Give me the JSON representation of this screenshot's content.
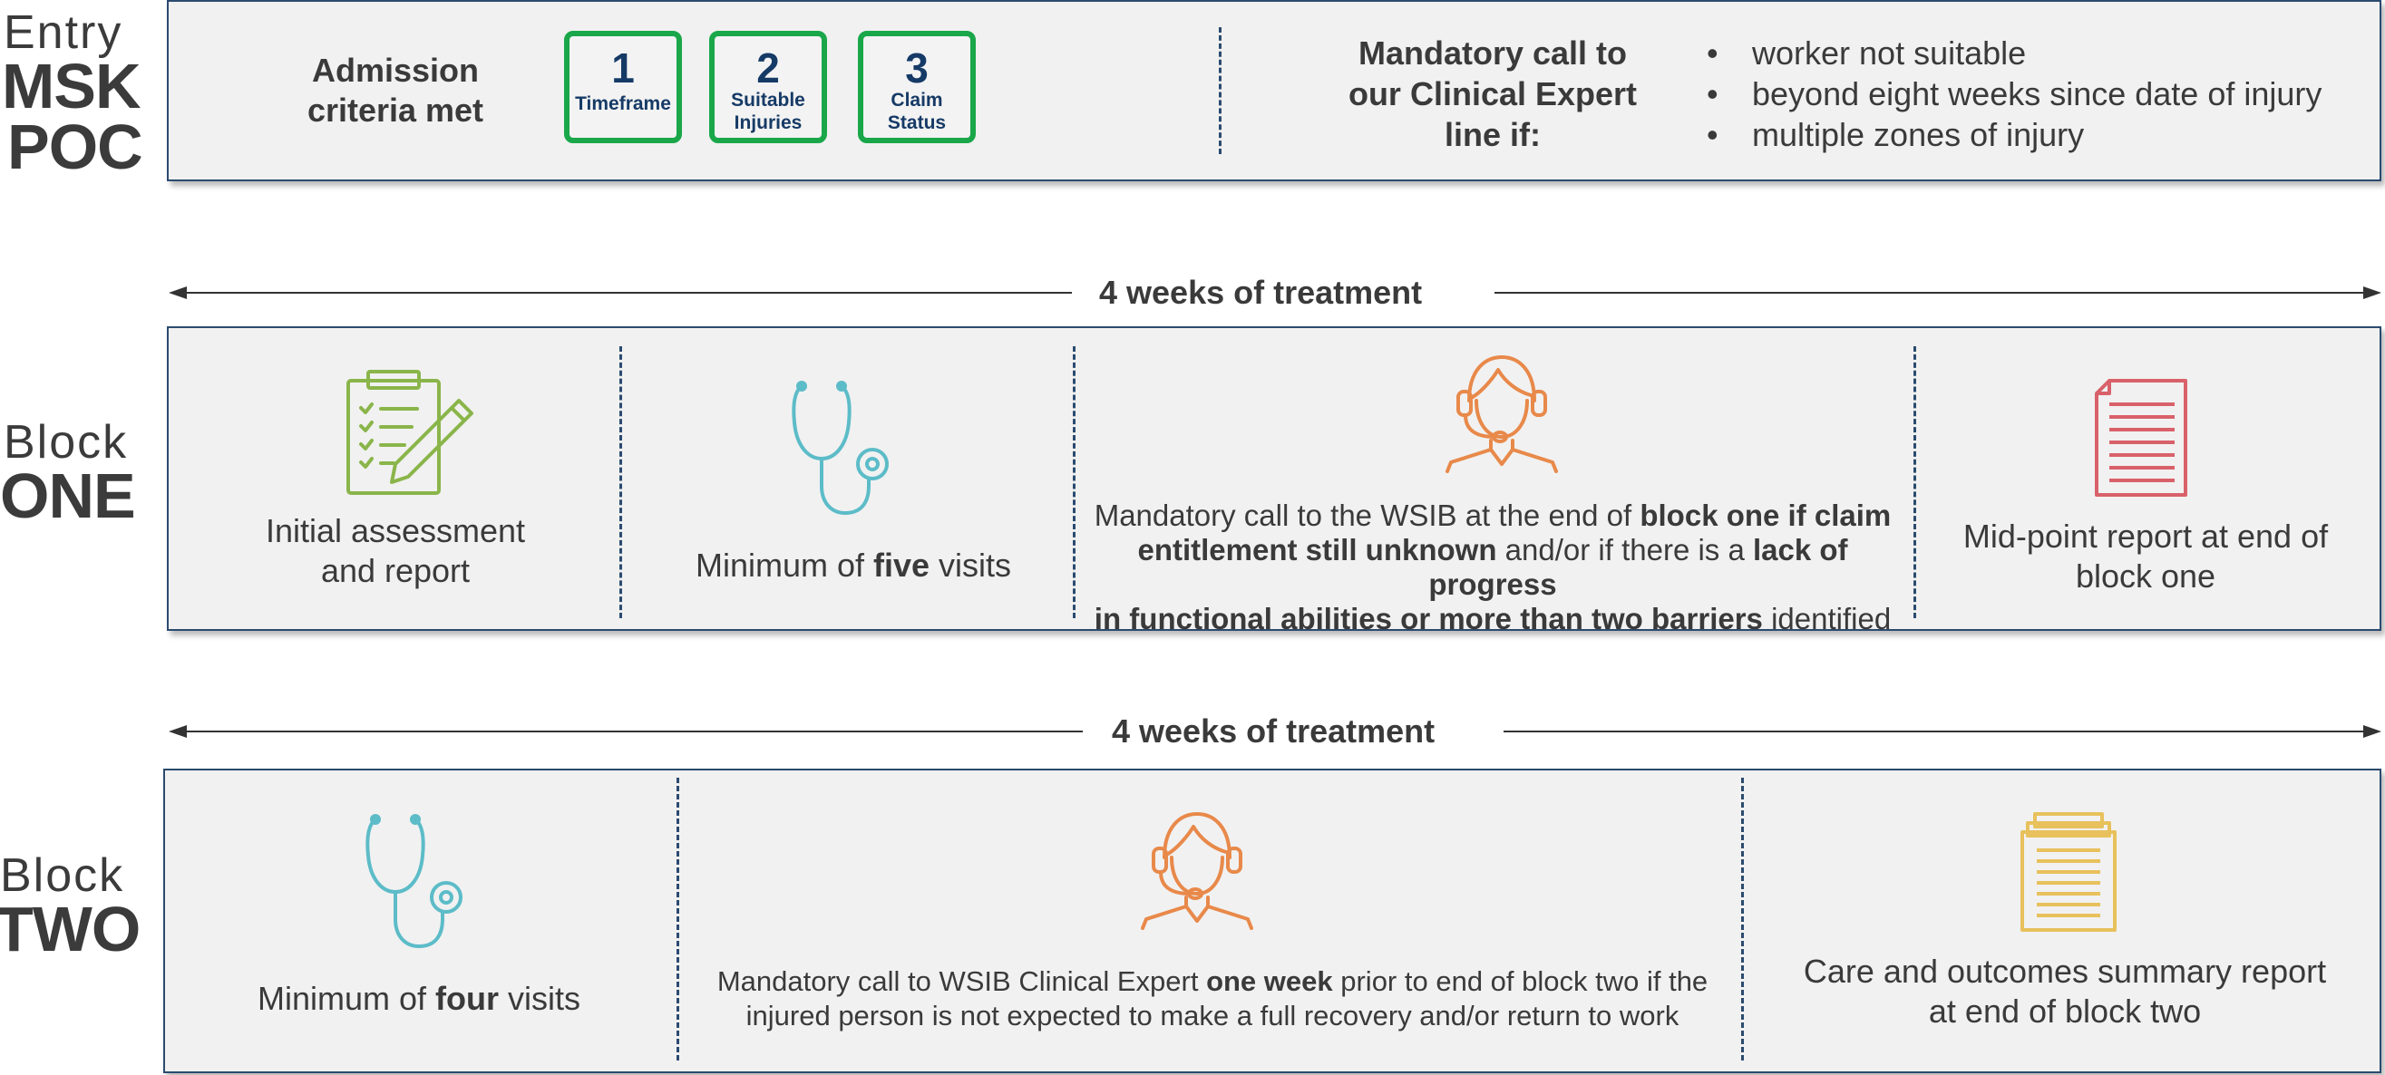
{
  "entry": {
    "side_top": "Entry",
    "side_line1": "MSK",
    "side_line2": "POC",
    "admission_line1": "Admission",
    "admission_line2": "criteria met",
    "boxes": [
      {
        "number": "1",
        "line1": "Timeframe",
        "line2": ""
      },
      {
        "number": "2",
        "line1": "Suitable",
        "line2": "Injuries"
      },
      {
        "number": "3",
        "line1": "Claim",
        "line2": "Status"
      }
    ],
    "call_line1": "Mandatory call to",
    "call_line2": "our Clinical Expert",
    "call_line3": "line if:",
    "bullets": [
      "worker not suitable",
      "beyond eight weeks since date of injury",
      "multiple zones of injury"
    ],
    "box_color": "#1aa74a"
  },
  "block_one": {
    "side_top": "Block",
    "side_bottom": "ONE",
    "duration": "4 weeks of treatment",
    "assessment_line1": "Initial assessment",
    "assessment_line2": "and report",
    "visits_pre": "Minimum of ",
    "visits_bold": "five",
    "visits_post": " visits",
    "call_t1": "Mandatory call to the WSIB at the end of ",
    "call_b1": "block one if claim",
    "call_b2": "entitlement still unknown",
    "call_t2": " and/or if there is a ",
    "call_b3": "lack of progress",
    "call_b4": "in functional abilities or more than two barriers",
    "call_t3": " identified",
    "report_line1": "Mid-point report at end of",
    "report_line2": "block one",
    "icons": [
      "clipboard-pencil-icon",
      "stethoscope-icon",
      "headset-agent-icon",
      "document-icon"
    ]
  },
  "block_two": {
    "side_top": "Block",
    "side_bottom": "TWO",
    "duration": "4 weeks of treatment",
    "visits_pre": "Minimum of ",
    "visits_bold": "four",
    "visits_post": " visits",
    "call_t1": "Mandatory call to WSIB Clinical Expert ",
    "call_b1": "one week",
    "call_t2": " prior to end of block two if the",
    "call_t3": "injured person is not expected to make a full recovery and/or return to work",
    "report_line1": "Care and outcomes summary report",
    "report_line2": "at end of block two",
    "icons": [
      "stethoscope-icon",
      "headset-agent-icon",
      "stacked-documents-icon"
    ]
  },
  "colors": {
    "panel_border": "#2b4a6f",
    "panel_fill": "#f1f1f1",
    "clipboard": "#8ab54a",
    "stethoscope": "#5cbcc8",
    "headset": "#e8894a",
    "document": "#d9616a",
    "stacked_documents": "#e8c15c"
  }
}
